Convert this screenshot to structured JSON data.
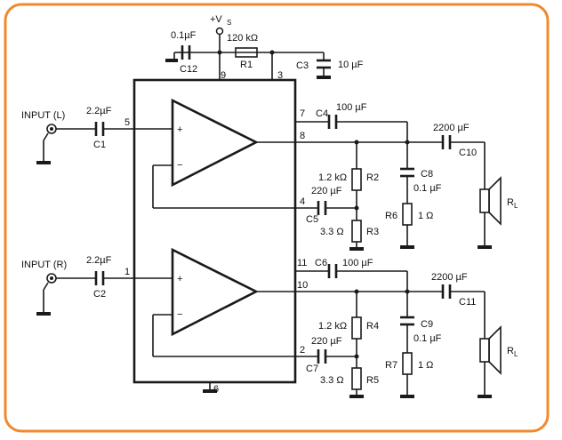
{
  "supply": {
    "label": "+V",
    "sub": "S"
  },
  "inputs": {
    "left": "INPUT (L)",
    "right": "INPUT (R)"
  },
  "opamp": {
    "plus": "+",
    "minus": "−"
  },
  "pins": {
    "p1": "1",
    "p2": "2",
    "p3": "3",
    "p4": "4",
    "p5": "5",
    "p6": "6",
    "p7": "7",
    "p8": "8",
    "p9": "9",
    "p10": "10",
    "p11": "11"
  },
  "components": {
    "c1": {
      "name": "C1",
      "value": "2.2µF"
    },
    "c2": {
      "name": "C2",
      "value": "2.2µF"
    },
    "c3": {
      "name": "C3",
      "value": "10 µF"
    },
    "c4": {
      "name": "C4",
      "value": "100 µF"
    },
    "c5": {
      "name": "C5",
      "value": "220 µF"
    },
    "c6": {
      "name": "C6",
      "value": "100 µF"
    },
    "c7": {
      "name": "C7",
      "value": "220 µF"
    },
    "c8": {
      "name": "C8",
      "value": "0.1 µF"
    },
    "c9": {
      "name": "C9",
      "value": "0.1 µF"
    },
    "c10": {
      "name": "C10",
      "value": "2200 µF"
    },
    "c11": {
      "name": "C11",
      "value": "2200 µF"
    },
    "c12": {
      "name": "C12",
      "value": "0.1µF"
    },
    "r1": {
      "name": "R1",
      "value": "120 kΩ"
    },
    "r2": {
      "name": "R2",
      "value": "1.2 kΩ"
    },
    "r3": {
      "name": "R3",
      "value": "3.3 Ω"
    },
    "r4": {
      "name": "R4",
      "value": "1.2 kΩ"
    },
    "r5": {
      "name": "R5",
      "value": "3.3 Ω"
    },
    "r6": {
      "name": "R6",
      "value": "1 Ω"
    },
    "r7": {
      "name": "R7",
      "value": "1 Ω"
    }
  },
  "loads": {
    "label": "R",
    "sub": "L"
  },
  "colors": {
    "frame": "#f08a2c",
    "wire": "#1a1a1a"
  }
}
